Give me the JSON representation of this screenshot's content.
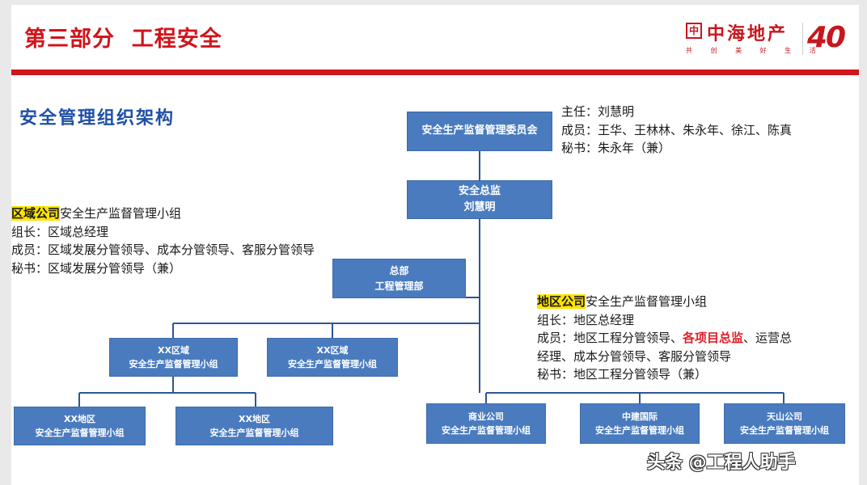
{
  "header": {
    "title": "第三部分  工程安全",
    "logo_mark": "中",
    "logo_name": "中海地产",
    "logo_slogan": "共 创 美 好 生 活",
    "anniversary": "40"
  },
  "section_title": "安全管理组织架构",
  "boxes": {
    "committee": "安全生产监督管理委员会",
    "director_title": "安全总监",
    "director_name": "刘慧明",
    "hq_line1": "总部",
    "hq_line2": "工程管理部",
    "region_a_line1": "XX区域",
    "region_a_line2": "安全生产监督管理小组",
    "region_b_line1": "XX区域",
    "region_b_line2": "安全生产监督管理小组",
    "district_a_line1": "XX地区",
    "district_a_line2": "安全生产监督管理小组",
    "district_b_line1": "XX地区",
    "district_b_line2": "安全生产监督管理小组",
    "shangye_line1": "商业公司",
    "shangye_line2": "安全生产监督管理小组",
    "zhongjian_line1": "中建国际",
    "zhongjian_line2": "安全生产监督管理小组",
    "tianshan_line1": "天山公司",
    "tianshan_line2": "安全生产监督管理小组"
  },
  "committee_info": {
    "leader": "主任：刘慧明",
    "members": "成员：王华、王林林、朱永年、徐江、陈真",
    "secretary": "秘书：朱永年（兼）"
  },
  "region_info": {
    "highlight": "区域公司",
    "title_rest": "安全生产监督管理小组",
    "leader": "组长：区域总经理",
    "members": "成员：区域发展分管领导、成本分管领导、客服分管领导",
    "secretary": "秘书：区域发展分管领导（兼）"
  },
  "district_info": {
    "highlight": "地区公司",
    "title_rest": "安全生产监督管理小组",
    "leader": "组长：地区总经理",
    "members_pre": "成员：地区工程分管领导、",
    "members_red": "各项目总监",
    "members_post": "、运营总",
    "members_cont": "经理、成本分管领导、客服分管领导",
    "secretary": "秘书：地区工程分管领导（兼）"
  },
  "watermark": "头条 @工程人助手",
  "colors": {
    "brand_red": "#d0151b",
    "title_blue": "#1f4fa8",
    "box_blue": "#4a7bbf",
    "highlight_yellow": "#ffe400",
    "emphasis_red": "#e0202a"
  }
}
